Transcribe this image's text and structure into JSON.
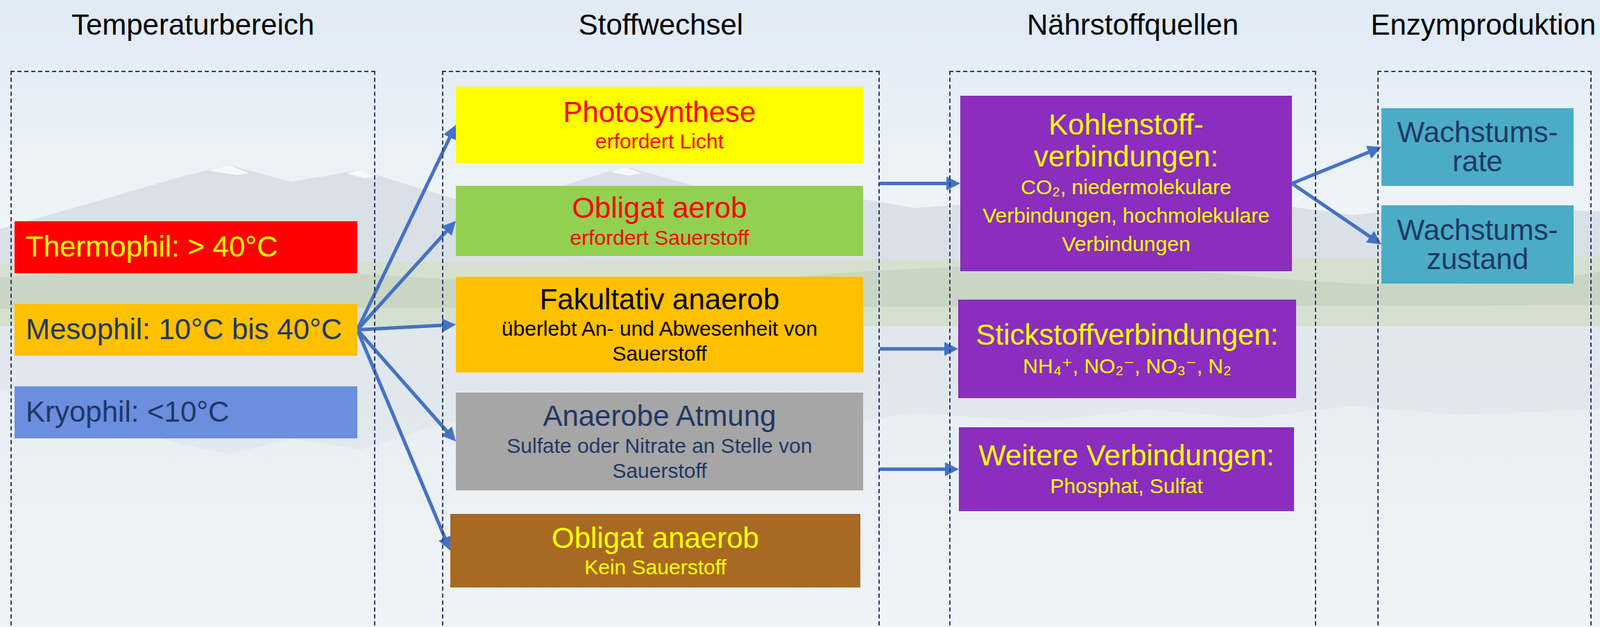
{
  "diagram": {
    "nodes": [
      {
        "text": [
          "Temperaturbereich"
        ]
      },
      {
        "text": [
          "Thermophil: > 40°C"
        ],
        "in": 0
      },
      {
        "text": [
          "Mesophil: 10°C bis 40°C"
        ],
        "in": 0
      },
      {
        "text": [
          "Kryophil: <10°C"
        ],
        "in": 0
      },
      {
        "text": [
          "Stoffwechsel"
        ]
      },
      {
        "text": [
          "Photosynthese",
          "erfordert Licht"
        ],
        "in": 4
      },
      {
        "text": [
          "Obligat aerob",
          "erfordert Sauerstoff"
        ],
        "in": 4
      },
      {
        "text": [
          "Fakultativ anaerob",
          "überlebt An- und Abwesenheit von Sauerstoff"
        ],
        "in": 4
      },
      {
        "text": [
          "Anaerobe Atmung",
          "Sulfate oder Nitrate an Stelle von Sauerstoff"
        ],
        "in": 4
      },
      {
        "text": [
          "Obligat anaerob",
          "Kein Sauerstoff"
        ],
        "in": 4
      },
      {
        "text": [
          "Nährstoffquellen"
        ]
      },
      {
        "text": [
          "Kohlenstoff- verbindungen:",
          "CO₂, niedermolekulare Verbindungen, hochmolekulare Verbindungen"
        ],
        "in": 10
      },
      {
        "text": [
          "Stickstoffverbindungen:",
          "NH₄⁺, NO₂⁻, NO₃⁻, N₂"
        ],
        "in": 10
      },
      {
        "text": [
          "Weitere Verbindungen:",
          "Phosphat, Sulfat"
        ],
        "in": 10
      },
      {
        "text": [
          "Enzymproduktion"
        ]
      },
      {
        "text": [
          "Wachstums- rate"
        ],
        "in": 14
      },
      {
        "text": [
          "Wachstums- zustand"
        ],
        "in": 14
      }
    ],
    "edges": [
      {
        "from": 2,
        "to": 5,
        "arrow": "to"
      },
      {
        "from": 2,
        "to": 6,
        "arrow": "to"
      },
      {
        "from": 2,
        "to": 7,
        "arrow": "to"
      },
      {
        "from": 2,
        "to": 8,
        "arrow": "to"
      },
      {
        "from": 2,
        "to": 9,
        "arrow": "to"
      },
      {
        "from": 4,
        "to": 11,
        "arrow": "to"
      },
      {
        "from": 4,
        "to": 12,
        "arrow": "to"
      },
      {
        "from": 4,
        "to": 13,
        "arrow": "to"
      },
      {
        "from": 11,
        "to": 15,
        "arrow": "to"
      },
      {
        "from": 11,
        "to": 16,
        "arrow": "to"
      }
    ]
  }
}
